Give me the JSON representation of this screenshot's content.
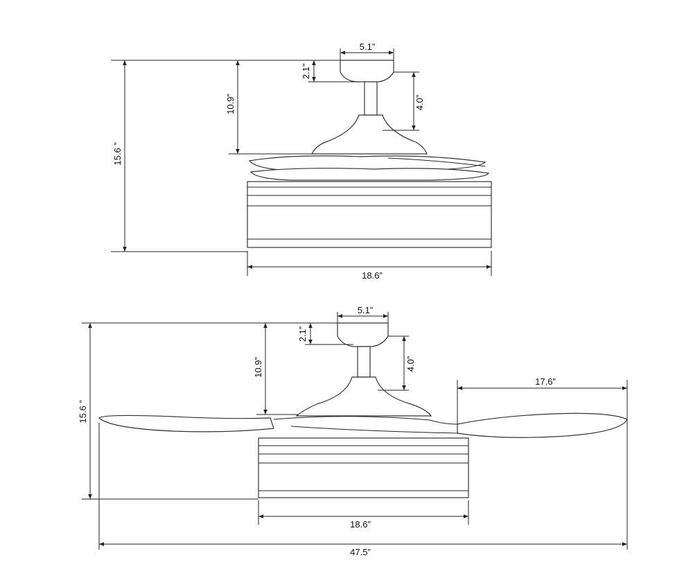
{
  "colors": {
    "line": "#222222",
    "background": "#ffffff"
  },
  "folded_view": {
    "canopy_width": "5.1”",
    "canopy_height": "2.1”",
    "ceiling_to_blades": "10.9”",
    "downrod_length": "4.0”",
    "overall_height": "15.6 ”",
    "body_width": "18.6”"
  },
  "open_view": {
    "canopy_width": "5.1”",
    "canopy_height": "2.1”",
    "ceiling_to_blades": "10.9”",
    "downrod_length": "4.0”",
    "overall_height": "15.6 ”",
    "blade_length": "17.6”",
    "body_width": "18.6”",
    "overall_span": "47.5”"
  }
}
